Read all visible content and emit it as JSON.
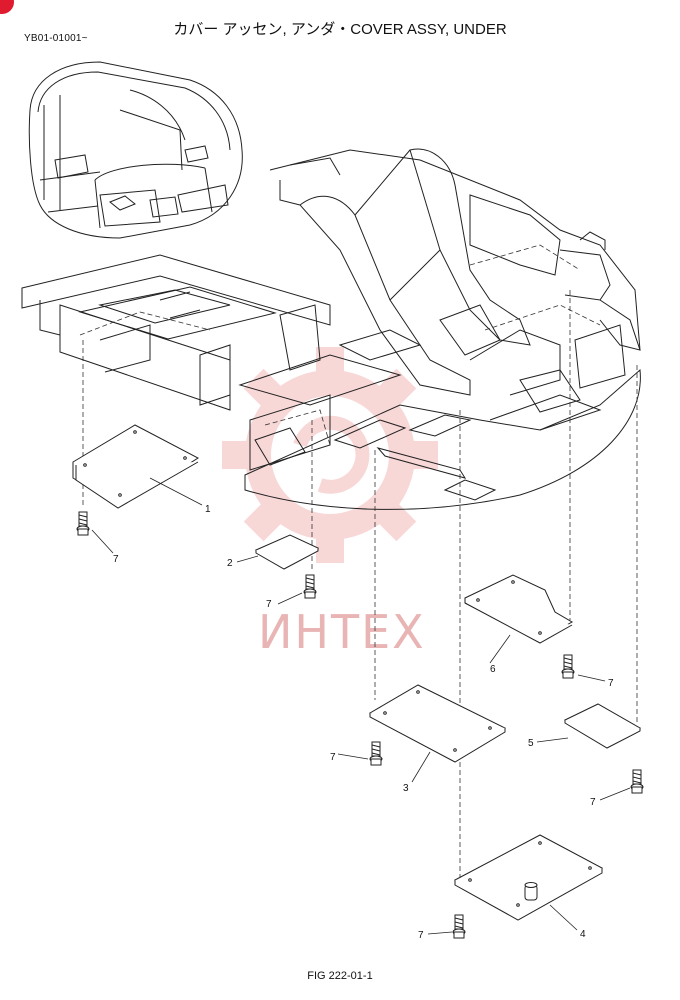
{
  "header": {
    "doc_code": "YB01-01001~",
    "title": "カバー アッセン, アンダ・COVER ASSY, UNDER"
  },
  "footer": {
    "fig": "FIG 222-01-1"
  },
  "watermark": {
    "text": "ИНТЕХ",
    "color": "#f4c0c0"
  },
  "callouts": {
    "c1": "1",
    "c2": "2",
    "c3": "3",
    "c4": "4",
    "c5": "5",
    "c6": "6",
    "c7a": "7",
    "c7b": "7",
    "c7c": "7",
    "c7d": "7",
    "c7e": "7",
    "c7f": "7"
  },
  "colors": {
    "line": "#222222",
    "accent": "#e01b2f"
  }
}
